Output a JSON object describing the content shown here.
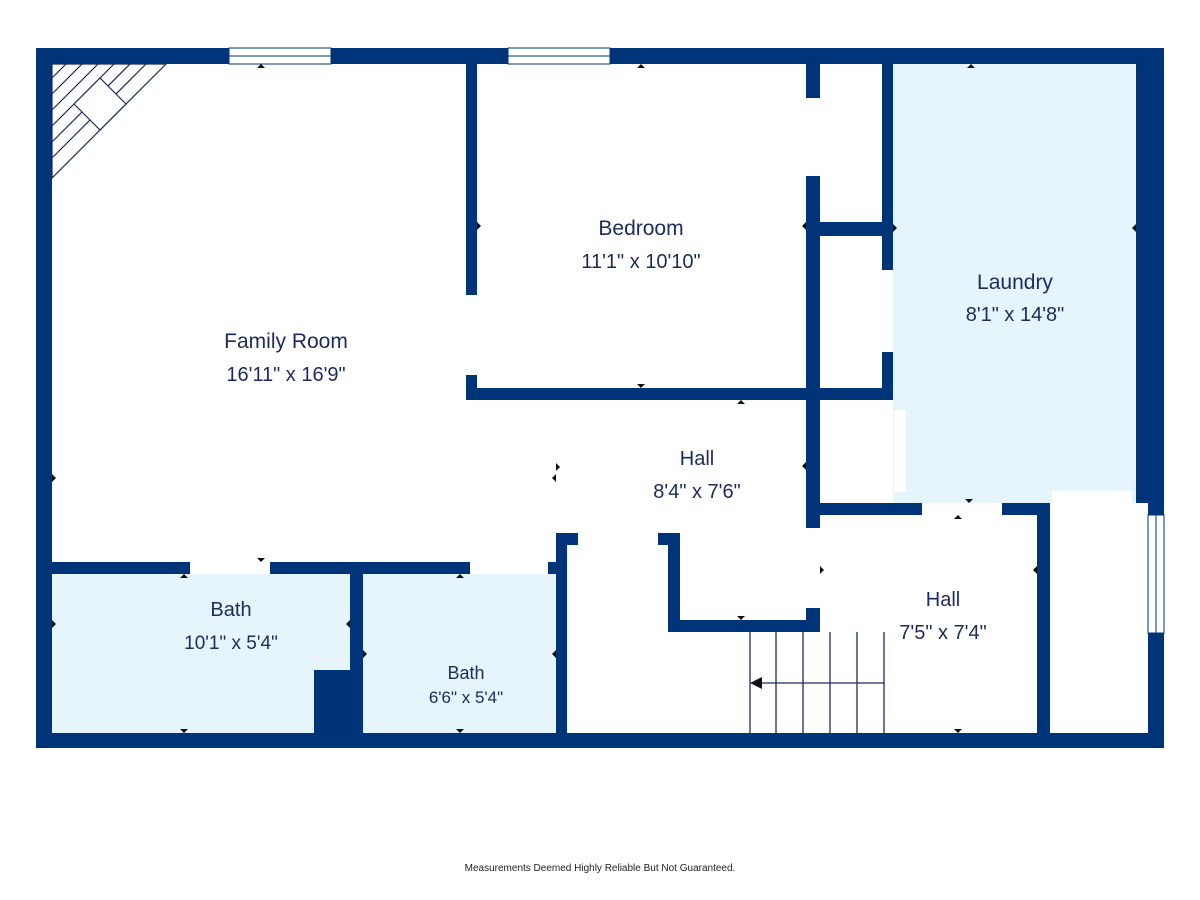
{
  "colors": {
    "wall": "#003479",
    "tinted_floor": "#e6f4fb",
    "floor": "#ffffff",
    "label": "#1b2b5e"
  },
  "rooms": {
    "family_room": {
      "name": "Family Room",
      "dims": "16'11\" x 16'9\""
    },
    "bedroom": {
      "name": "Bedroom",
      "dims": "11'1\" x 10'10\""
    },
    "laundry": {
      "name": "Laundry",
      "dims": "8'1\" x 14'8\""
    },
    "hall_center": {
      "name": "Hall",
      "dims": "8'4\" x 7'6\""
    },
    "bath_left": {
      "name": "Bath",
      "dims": "10'1\" x 5'4\""
    },
    "bath_mid": {
      "name": "Bath",
      "dims": "6'6\" x 5'4\""
    },
    "hall_right": {
      "name": "Hall",
      "dims": "7'5\" x 7'4\""
    }
  },
  "icons": {
    "fireplace": "fireplace-icon",
    "stairs": "stairs-icon",
    "stair_arrow": "arrow-left-icon",
    "window": "window-icon"
  },
  "footer": {
    "disclaimer": "Measurements Deemed Highly Reliable But Not Guaranteed."
  }
}
